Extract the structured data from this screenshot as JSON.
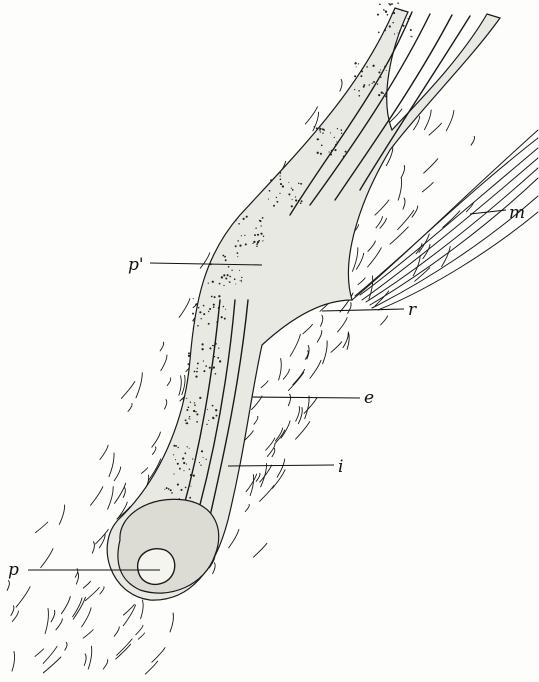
{
  "figure": {
    "labels": {
      "p_prime": "p'",
      "m": "m",
      "r": "r",
      "e": "e",
      "i": "i",
      "p": "p"
    },
    "colors": {
      "ink": "#1a1a1a",
      "paper": "#fdfdfb"
    }
  }
}
